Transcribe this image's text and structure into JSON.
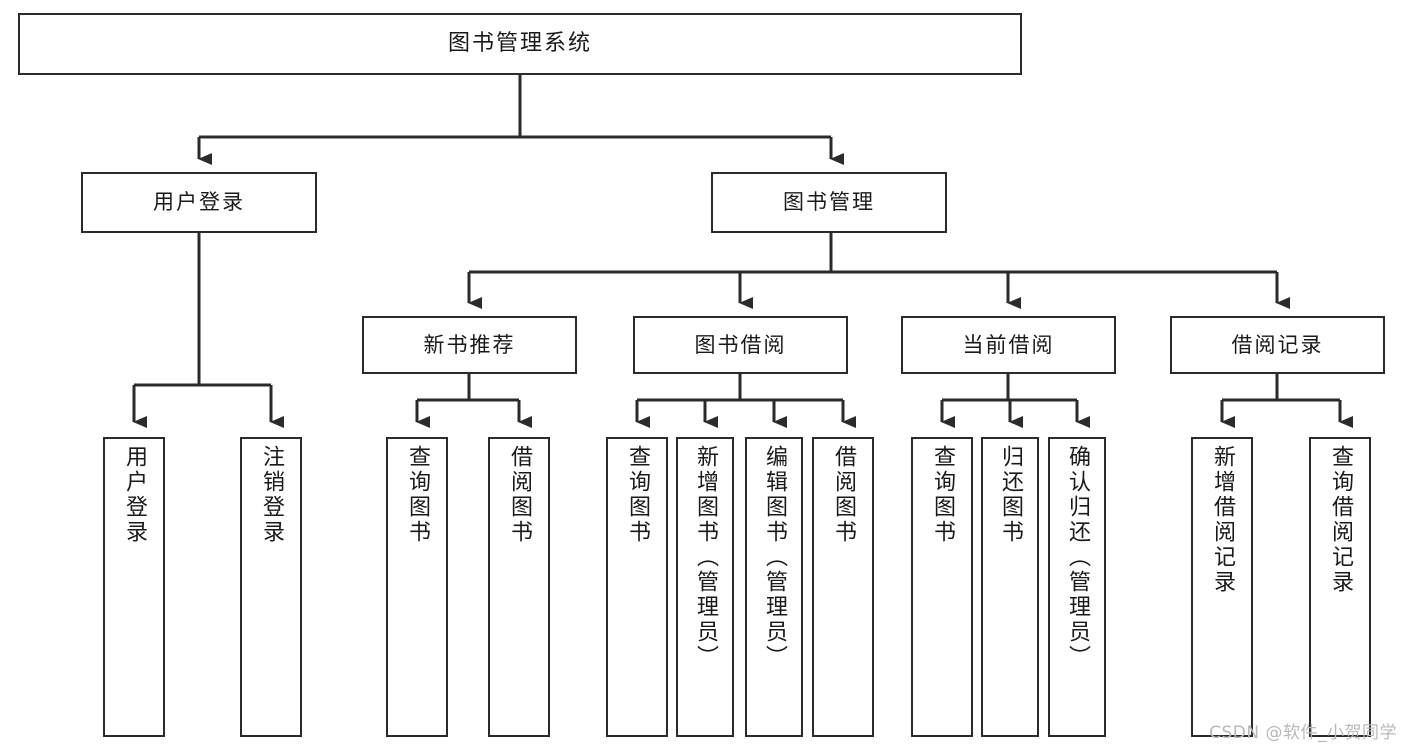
{
  "diagram": {
    "title": "图书管理系统",
    "type": "tree-hierarchy",
    "orientation": "top-down",
    "box_border_color": "#2b2b2b",
    "background_color": "#ffffff",
    "text_color": "#1a1a1a"
  },
  "watermark": {
    "text": "CSDN @软件_小贺同学",
    "color": "#b9b9b9"
  },
  "nodes": {
    "root": {
      "label": "图书管理系统"
    },
    "level2": [
      {
        "id": "user-login",
        "label": "用户登录"
      },
      {
        "id": "book-management",
        "label": "图书管理"
      }
    ],
    "level3": [
      {
        "id": "new-book-recommend",
        "label": "新书推荐"
      },
      {
        "id": "book-borrow",
        "label": "图书借阅"
      },
      {
        "id": "current-borrow",
        "label": "当前借阅"
      },
      {
        "id": "borrow-record",
        "label": "借阅记录"
      }
    ],
    "leaves": [
      {
        "id": "leaf-user-login",
        "label": "用户登录",
        "parent": "user-login"
      },
      {
        "id": "leaf-user-logout",
        "label": "注销登录",
        "parent": "user-login"
      },
      {
        "id": "leaf-query-book-1",
        "label": "查询图书",
        "parent": "new-book-recommend"
      },
      {
        "id": "leaf-borrow-book-1",
        "label": "借阅图书",
        "parent": "new-book-recommend"
      },
      {
        "id": "leaf-query-book-2",
        "label": "查询图书",
        "parent": "book-borrow"
      },
      {
        "id": "leaf-add-book",
        "label": "新增图书（管理员）",
        "parent": "book-borrow"
      },
      {
        "id": "leaf-edit-book",
        "label": "编辑图书（管理员）",
        "parent": "book-borrow"
      },
      {
        "id": "leaf-borrow-book-2",
        "label": "借阅图书",
        "parent": "book-borrow"
      },
      {
        "id": "leaf-query-book-3",
        "label": "查询图书",
        "parent": "current-borrow"
      },
      {
        "id": "leaf-return-book",
        "label": "归还图书",
        "parent": "current-borrow"
      },
      {
        "id": "leaf-confirm-return",
        "label": "确认归还（管理员）",
        "parent": "current-borrow"
      },
      {
        "id": "leaf-add-record",
        "label": "新增借阅记录",
        "parent": "borrow-record"
      },
      {
        "id": "leaf-query-record",
        "label": "查询借阅记录",
        "parent": "borrow-record"
      }
    ]
  }
}
